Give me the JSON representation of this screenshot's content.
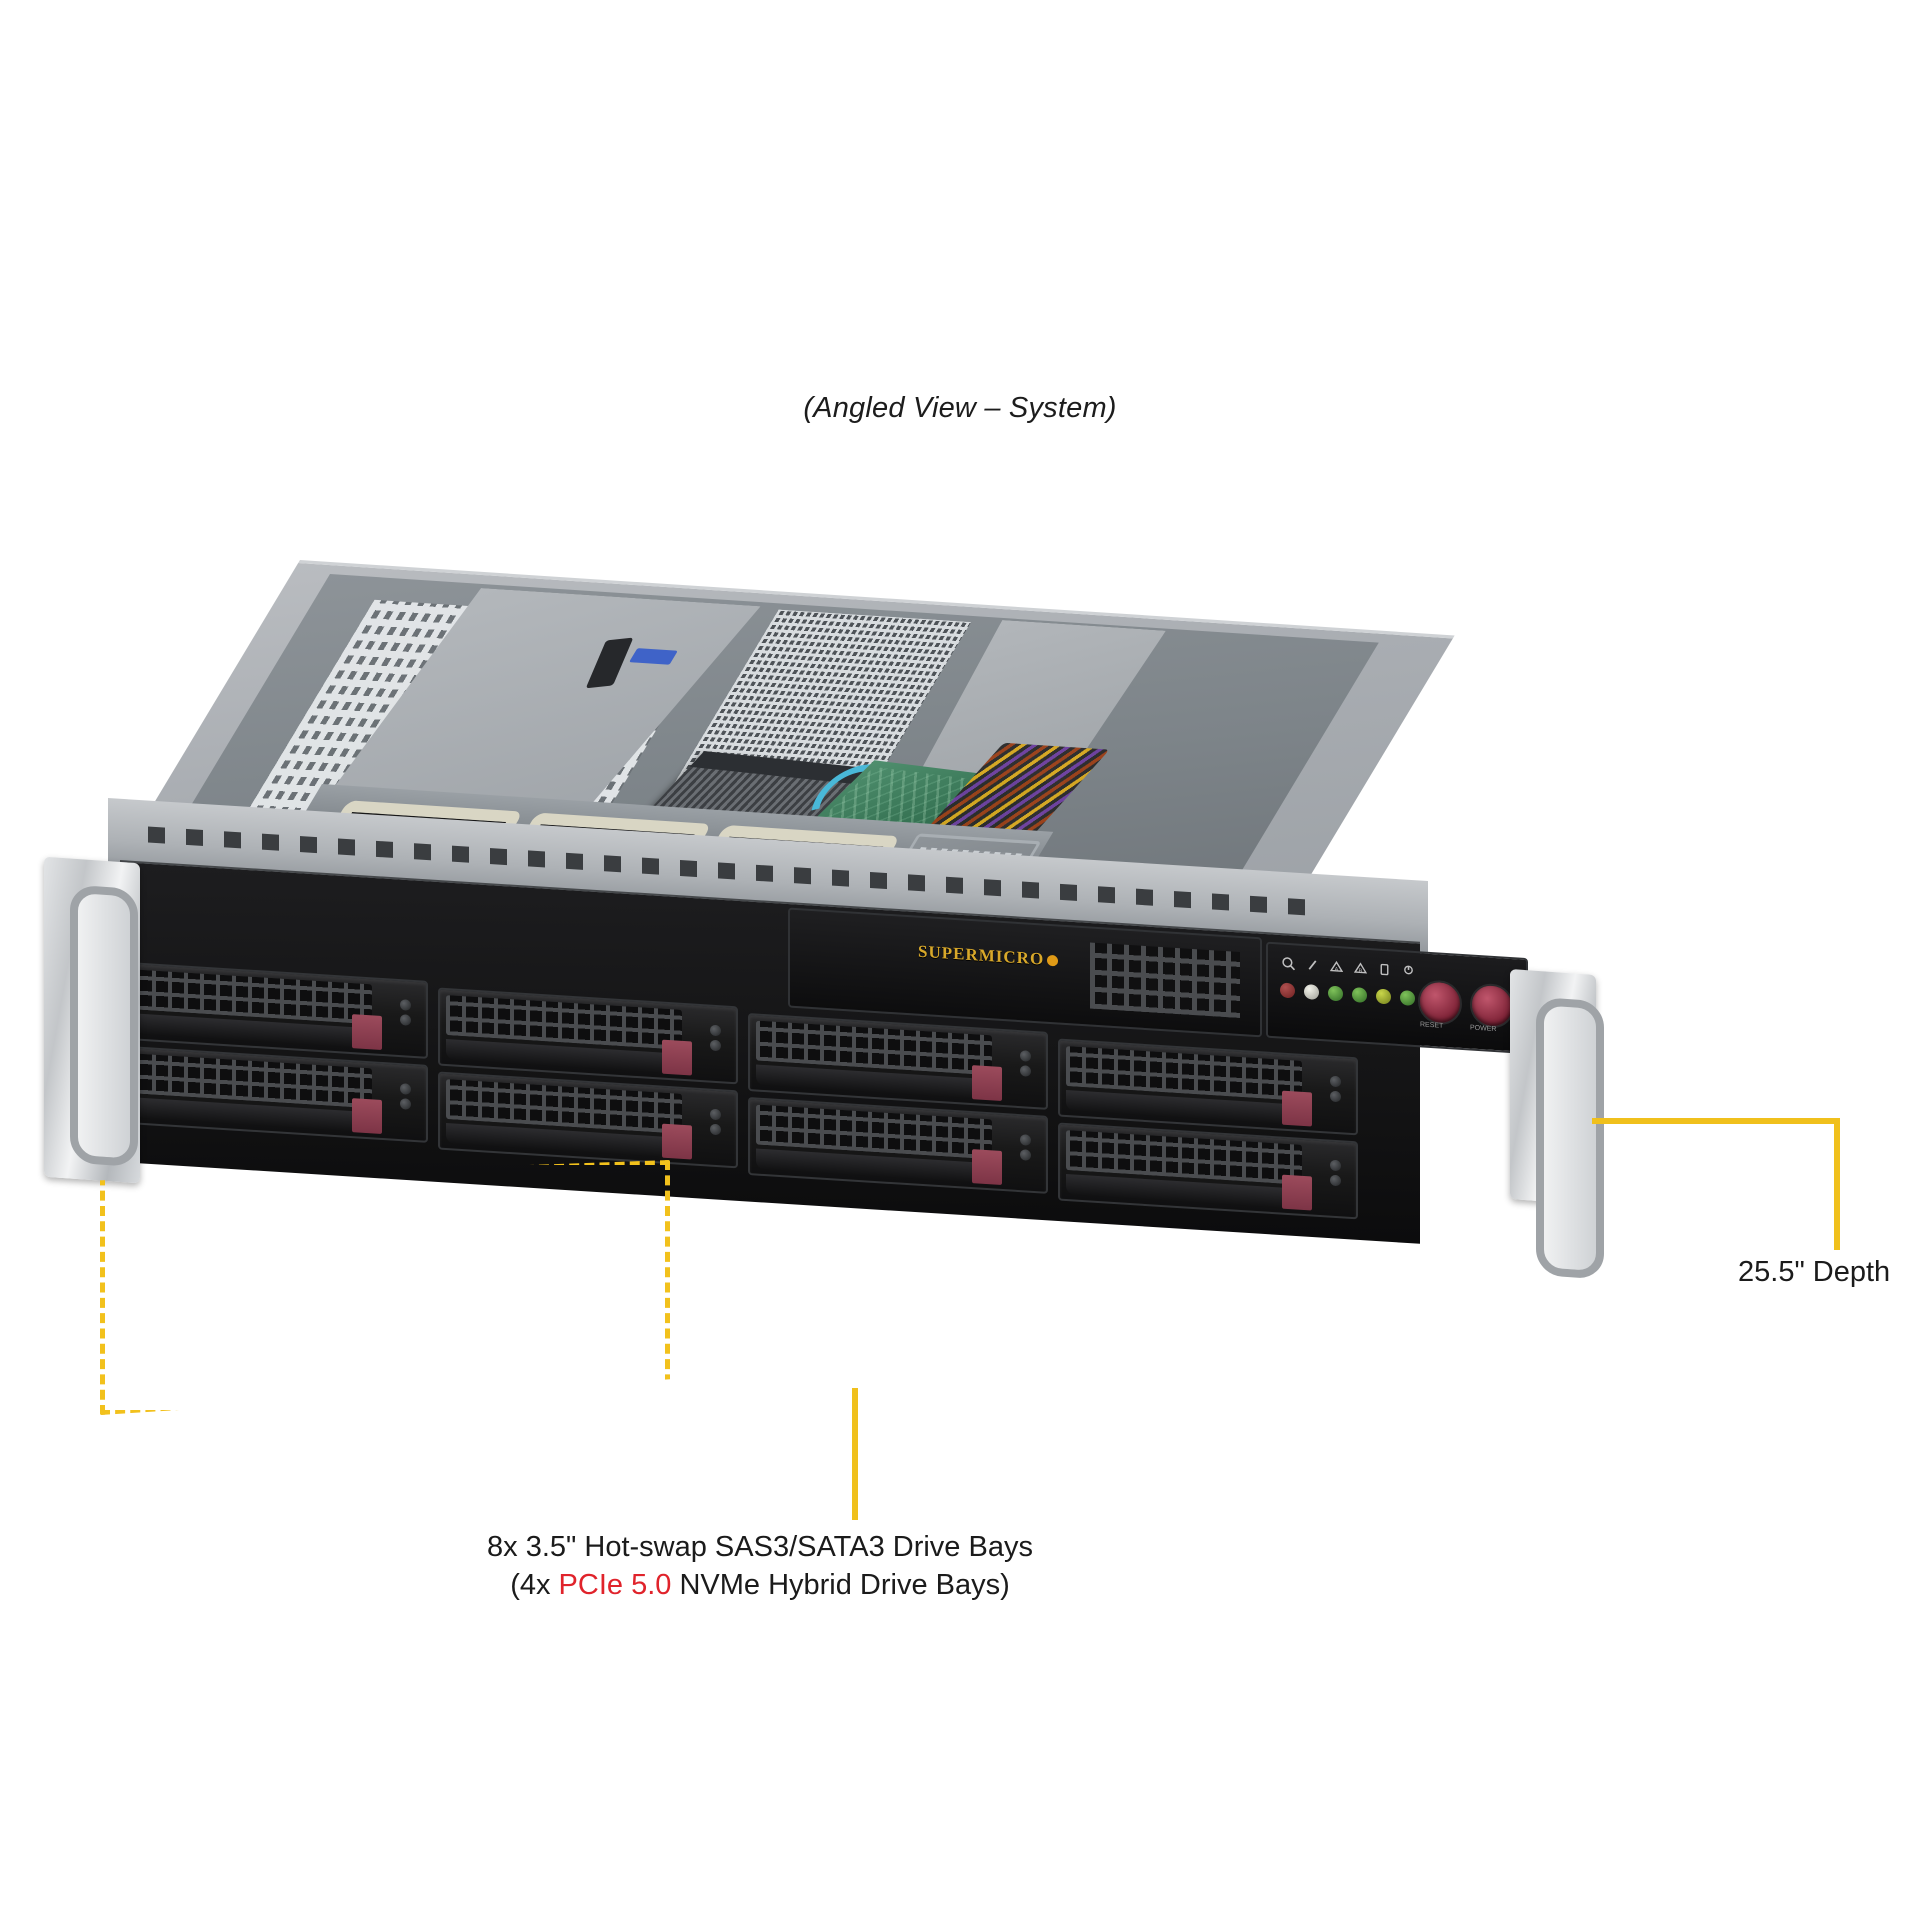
{
  "title": "(Angled View – System)",
  "annotations": {
    "depth": {
      "label": "25.5\" Depth",
      "leader_color": "#f0c01c"
    },
    "drive_bays": {
      "line1": "8x 3.5\" Hot-swap SAS3/SATA3 Drive Bays",
      "line2_prefix": "(4x ",
      "line2_highlight": "PCIe 5.0",
      "line2_suffix": " NVMe Hybrid Drive Bays)",
      "highlight_color": "#e0232b",
      "box_color": "#f2c11c"
    }
  },
  "chassis": {
    "brand": "SUPERMICRO",
    "drive_bay_count": 8,
    "control_panel": {
      "icons": [
        "info-icon",
        "network-activity-icon",
        "network-a-icon",
        "network-b-icon",
        "hdd-activity-icon",
        "power-status-icon"
      ],
      "led_colors": [
        "#7d2f2f",
        "#d8d8d0",
        "#4e7a38",
        "#4e7a38",
        "#8f9a2e",
        "#4e7a38"
      ],
      "buttons": [
        {
          "name": "reset-button",
          "label": "RESET"
        },
        {
          "name": "power-button",
          "label": "POWER"
        }
      ]
    },
    "internals": [
      "cpu-heatsink",
      "motherboard-pcb",
      "cooling-fans",
      "power-supply-bay",
      "pcie-slot-vents"
    ],
    "fan_count": 3
  }
}
